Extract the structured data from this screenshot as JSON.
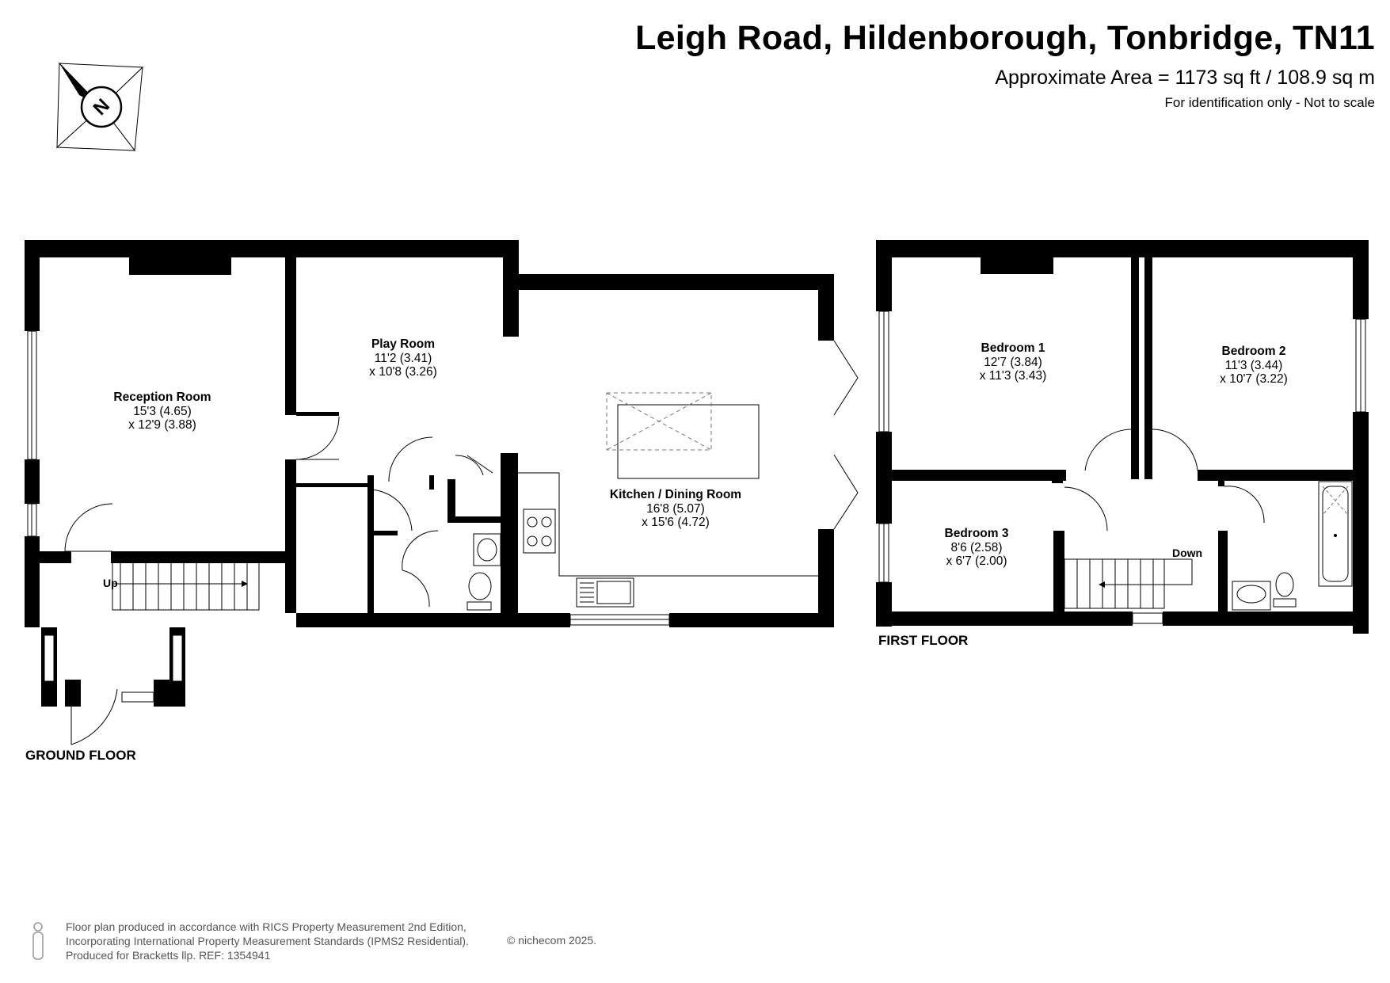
{
  "header": {
    "title": "Leigh Road, Hildenborough, Tonbridge, TN11",
    "area": "Approximate Area = 1173 sq ft / 108.9 sq m",
    "note": "For identification only - Not to scale"
  },
  "compass": {
    "letter": "N"
  },
  "floors": {
    "ground": "GROUND FLOOR",
    "first": "FIRST FLOOR"
  },
  "rooms": {
    "reception": {
      "name": "Reception Room",
      "dim1": "15'3 (4.65)",
      "dim2": "x 12'9 (3.88)"
    },
    "playroom": {
      "name": "Play Room",
      "dim1": "11'2 (3.41)",
      "dim2": "x 10'8 (3.26)"
    },
    "kitchen": {
      "name": "Kitchen / Dining Room",
      "dim1": "16'8 (5.07)",
      "dim2": "x 15'6 (4.72)"
    },
    "bedroom1": {
      "name": "Bedroom 1",
      "dim1": "12'7 (3.84)",
      "dim2": "x 11'3 (3.43)"
    },
    "bedroom2": {
      "name": "Bedroom 2",
      "dim1": "11'3 (3.44)",
      "dim2": "x 10'7 (3.22)"
    },
    "bedroom3": {
      "name": "Bedroom 3",
      "dim1": "8'6 (2.58)",
      "dim2": "x 6'7 (2.00)"
    }
  },
  "stairs": {
    "up": "Up",
    "down": "Down"
  },
  "footer": {
    "line1": "Floor plan produced in accordance with RICS Property Measurement 2nd Edition,",
    "line2": "Incorporating International Property Measurement Standards (IPMS2 Residential).",
    "line3": "Produced for Bracketts llp.   REF:  1354941",
    "copyright": "© nichecom 2025."
  }
}
